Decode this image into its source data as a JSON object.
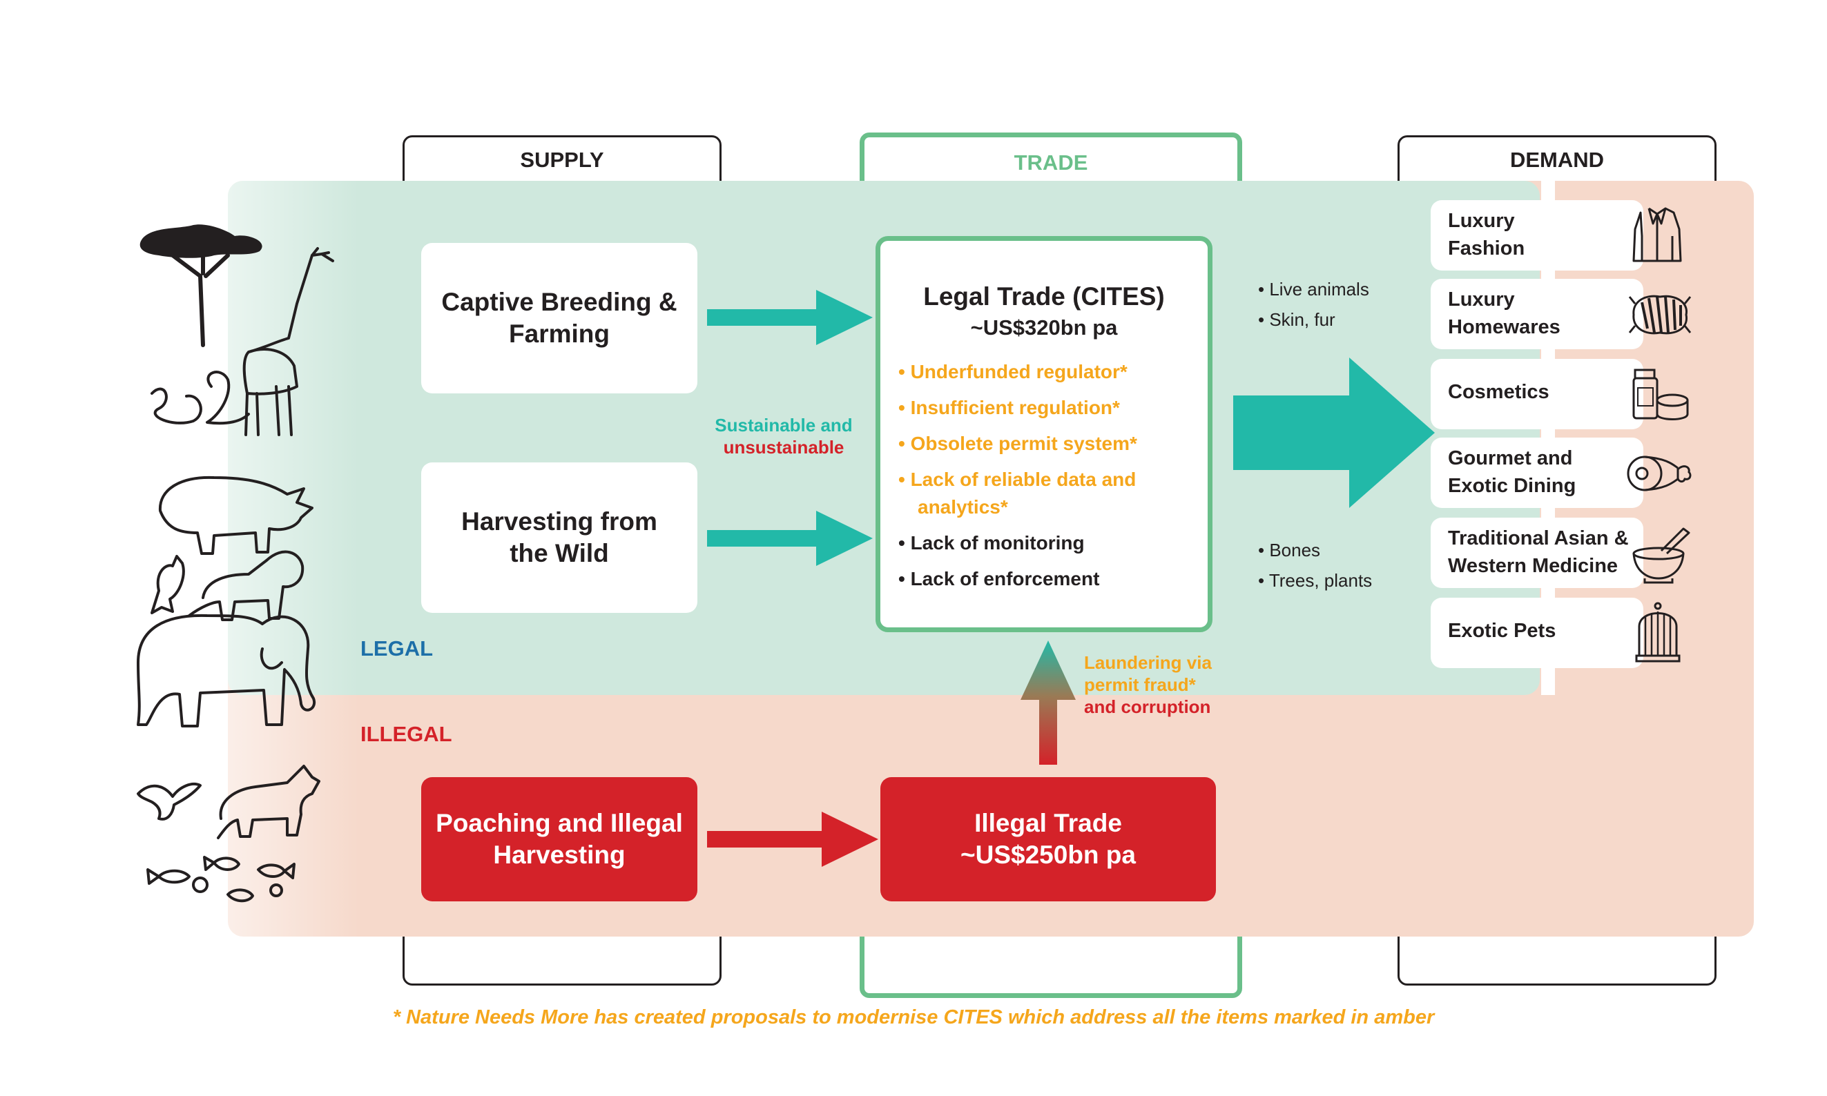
{
  "columns": {
    "supply": "SUPPLY",
    "trade": "TRADE",
    "demand": "DEMAND"
  },
  "bands": {
    "legal": "LEGAL",
    "illegal": "ILLEGAL"
  },
  "supply": {
    "captive": "Captive Breeding & Farming",
    "wild": "Harvesting from the Wild",
    "poaching": "Poaching and Illegal Harvesting"
  },
  "sustainability": {
    "sustainable": "Sustainable and",
    "unsustainable": "unsustainable"
  },
  "legal_trade": {
    "title": "Legal Trade (CITES)",
    "value": "~US$320bn pa",
    "issues": [
      "• Underfunded regulator*",
      "• Insufficient regulation*",
      "• Obsolete permit system*",
      "• Lack of reliable data and",
      "analytics*",
      "• Lack of monitoring",
      "• Lack of enforcement"
    ]
  },
  "illegal_trade": {
    "title": "Illegal Trade",
    "value": "~US$250bn pa"
  },
  "laundering": {
    "line1": "Laundering via",
    "line2": "permit fraud*",
    "line3": "and corruption"
  },
  "products": {
    "top": [
      "• Live animals",
      "• Skin, fur"
    ],
    "bottom": [
      "• Bones",
      "• Trees, plants"
    ]
  },
  "demand": [
    {
      "label": "Luxury\nFashion",
      "icon": "coat-icon"
    },
    {
      "label": "Luxury\nHomewares",
      "icon": "zebra-rug-icon"
    },
    {
      "label": "Cosmetics",
      "icon": "cosmetic-jar-icon"
    },
    {
      "label": "Gourmet and\nExotic Dining",
      "icon": "meat-icon"
    },
    {
      "label": "Traditional Asian &\nWestern Medicine",
      "icon": "mortar-pestle-icon"
    },
    {
      "label": "Exotic Pets",
      "icon": "birdcage-icon"
    }
  ],
  "footnote": "* Nature Needs More has created proposals to modernise CITES which address all the items marked in amber",
  "colors": {
    "teal": "#22b9a8",
    "green_border": "#6abf8a",
    "red": "#d42229",
    "amber": "#f5a61c",
    "legal_band": "#cfe8dd",
    "illegal_band": "#f6d9cb",
    "legal_label": "#1d6fa8"
  }
}
